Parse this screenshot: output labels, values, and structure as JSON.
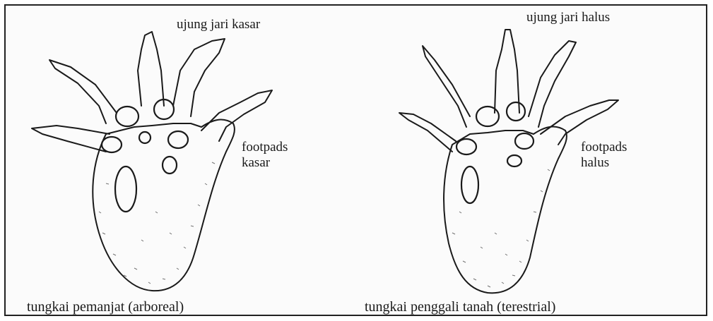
{
  "labels": {
    "left": {
      "tip": "ujung jari kasar",
      "pads_line1": "footpads",
      "pads_line2": "kasar",
      "caption": "tungkai pemanjat (arboreal)"
    },
    "right": {
      "tip": "ujung jari halus",
      "pads_line1": "footpads",
      "pads_line2": "halus",
      "caption": "tungkai penggali tanah (terestrial)"
    }
  },
  "colors": {
    "ink": "#1a1a1a",
    "paper": "#fbfbfb"
  }
}
